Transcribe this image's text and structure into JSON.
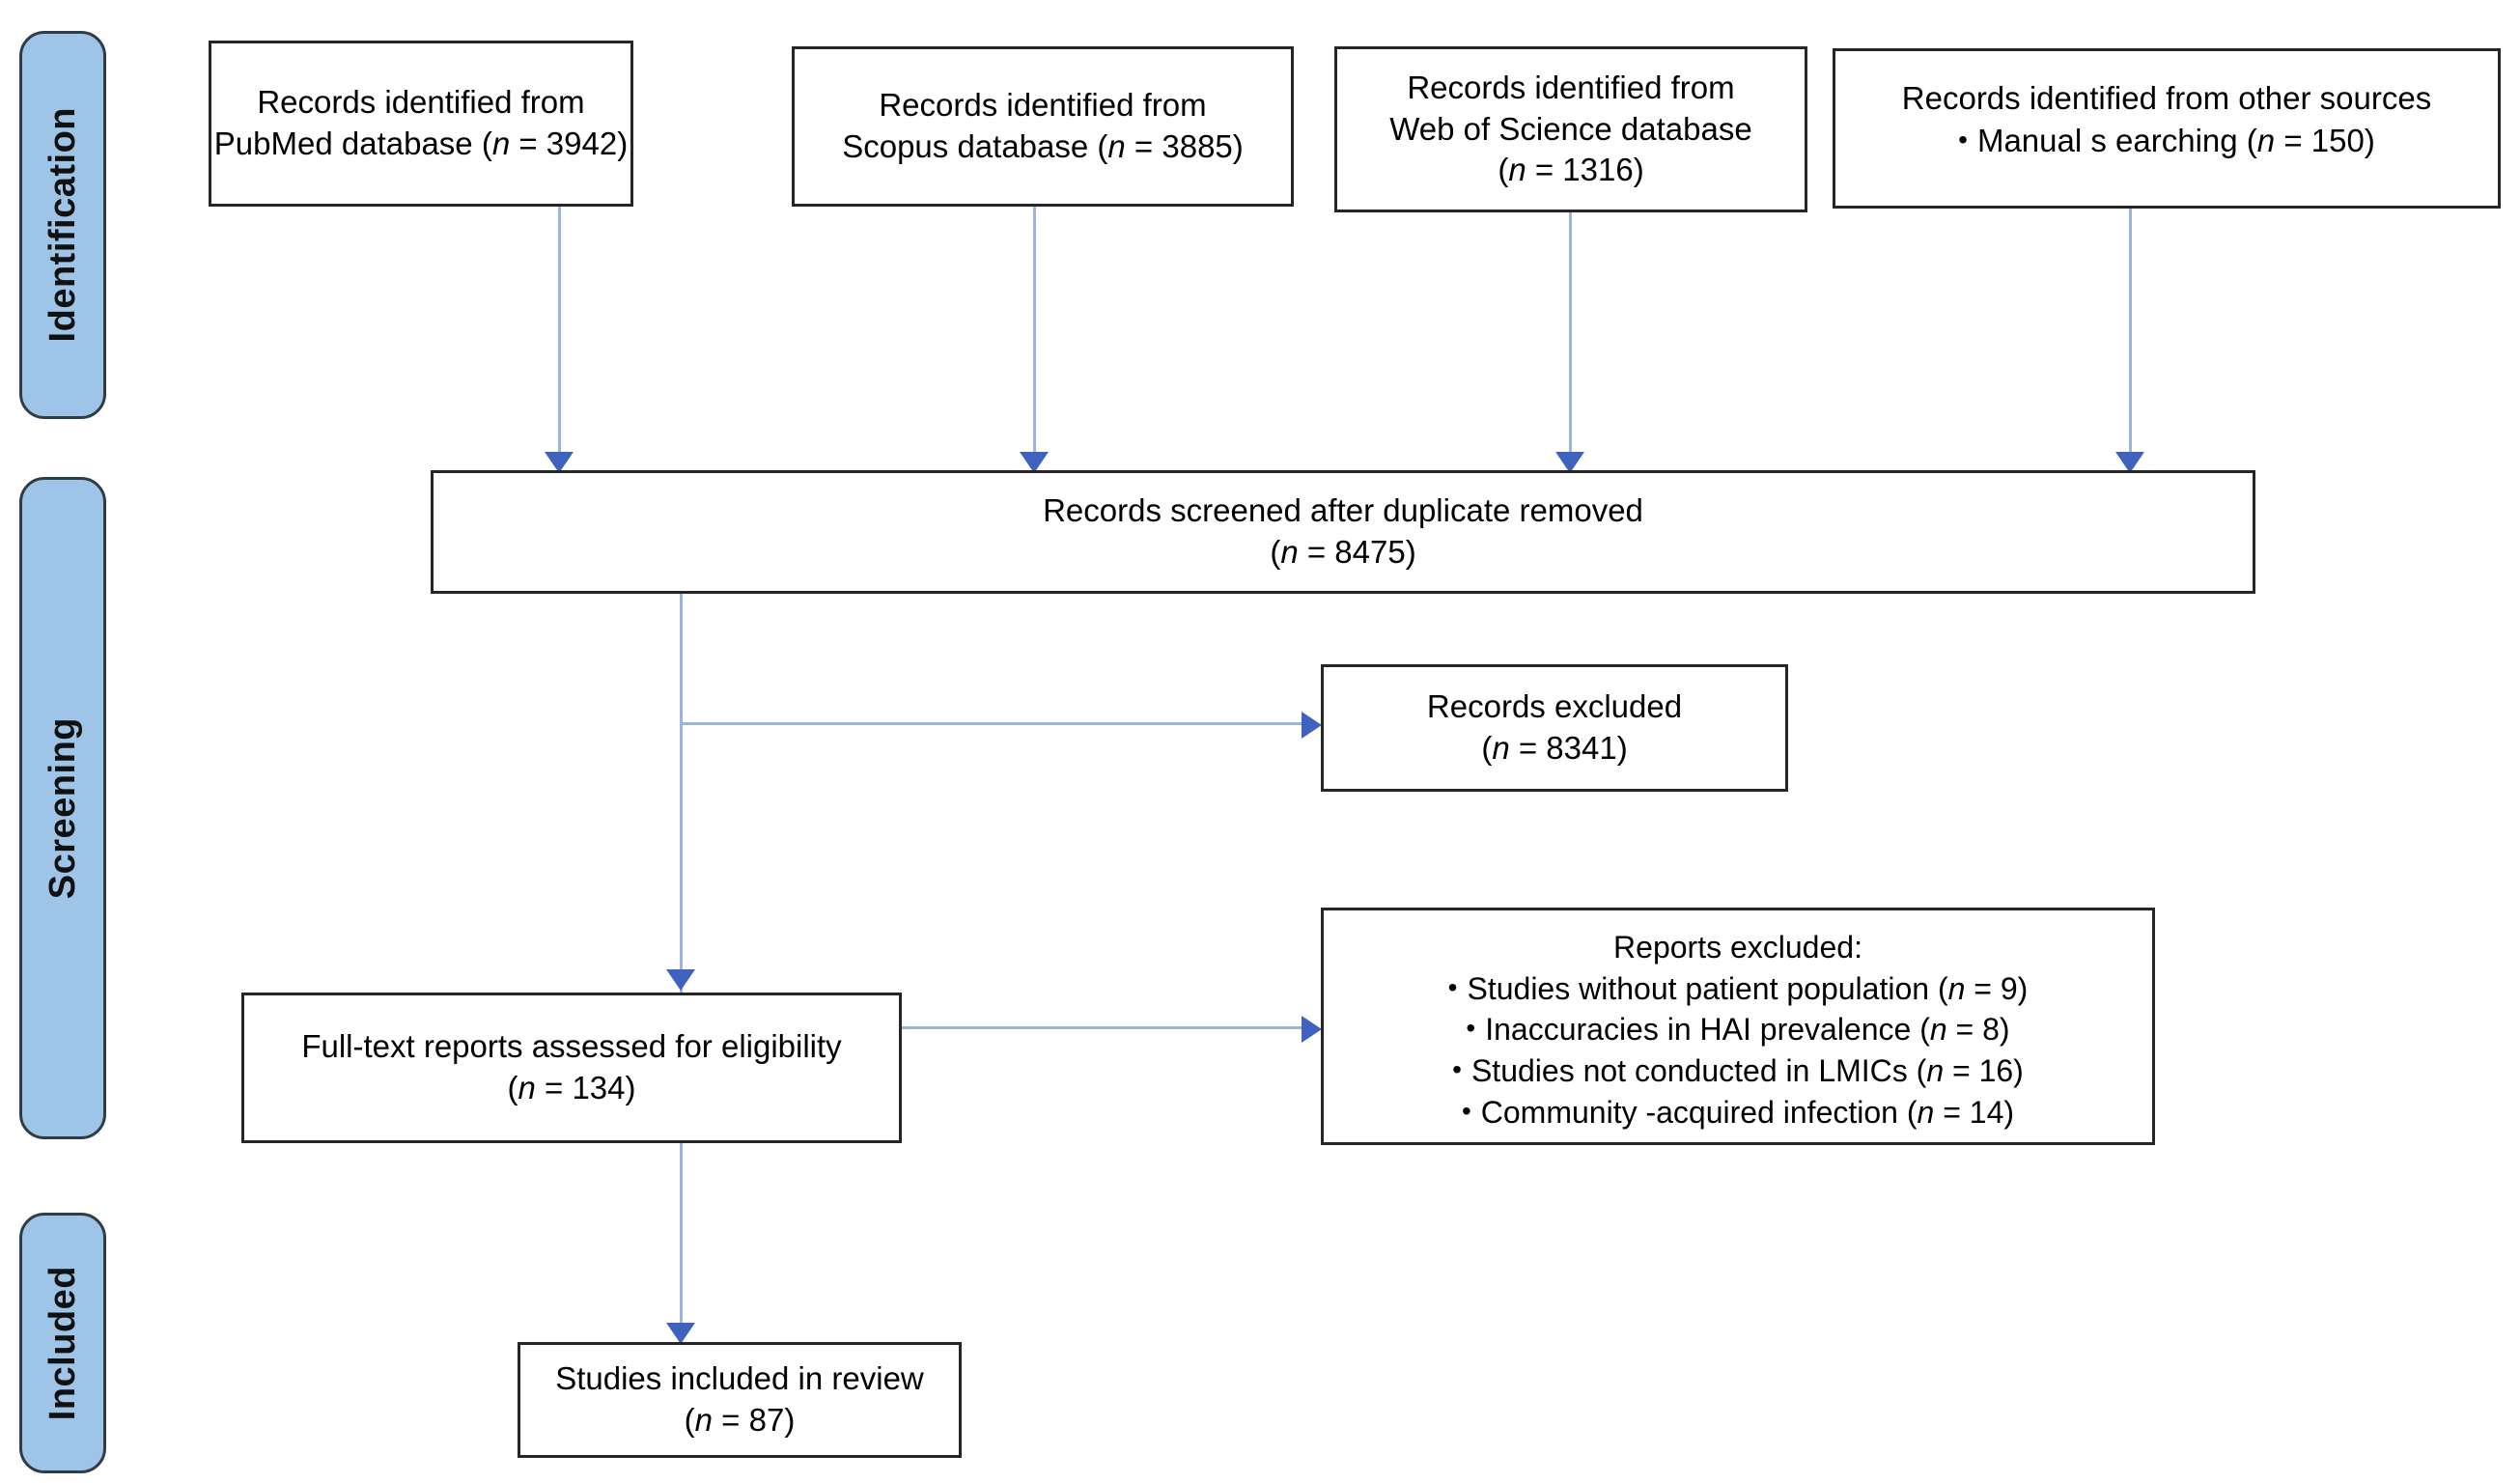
{
  "diagram": {
    "type": "prisma-flow-diagram",
    "stages": [
      {
        "id": "identification",
        "label": "Identification"
      },
      {
        "id": "screening",
        "label": "Screening"
      },
      {
        "id": "included",
        "label": "Included"
      }
    ],
    "colors": {
      "stage_fill": "#9EC5E8",
      "stage_border": "#2F3E46",
      "node_border": "#262626",
      "node_fill": "#FFFFFF",
      "connector_line": "#9DB4DC",
      "arrow_head": "#3F62BF"
    },
    "nodes": {
      "pubmed": {
        "line1": "Records identified from",
        "line2_prefix": "PubMed database (",
        "line2_italic": "n",
        "line2_suffix": " = 3942)"
      },
      "scopus": {
        "line1": "Records identified from",
        "line2_prefix": "Scopus database (",
        "line2_italic": "n",
        "line2_suffix": " = 3885)"
      },
      "wos": {
        "line1": "Records identified from",
        "line2": "Web of Science database",
        "line3_prefix": "(",
        "line3_italic": "n",
        "line3_suffix": " = 1316)"
      },
      "other_sources": {
        "line1": "Records identified from other sources",
        "bullet1_prefix": "Manual s earching (",
        "bullet1_italic": "n",
        "bullet1_suffix": " = 150)"
      },
      "screened": {
        "line1": "Records screened after duplicate removed",
        "line2_prefix": "(",
        "line2_italic": "n",
        "line2_suffix": " = 8475)"
      },
      "records_excluded": {
        "line1": "Records excluded",
        "line2_prefix": "(",
        "line2_italic": "n",
        "line2_suffix": " = 8341)"
      },
      "fulltext": {
        "line1": "Full-text reports assessed for eligibility",
        "line2_prefix": "(",
        "line2_italic": "n",
        "line2_suffix": " = 134)"
      },
      "reports_excluded": {
        "title": "Reports excluded:",
        "bullets": [
          {
            "prefix": "Studies without patient population  (",
            "italic": "n",
            "suffix": " = 9)"
          },
          {
            "prefix": "Inaccuracies in HAI prevalence  (",
            "italic": "n",
            "suffix": " = 8)"
          },
          {
            "prefix": "Studies not conducted in LMICs (",
            "italic": "n",
            "suffix": " = 16)"
          },
          {
            "prefix": "Community -acquired infection (",
            "italic": "n",
            "suffix": " = 14)"
          }
        ]
      },
      "included_studies": {
        "line1": "Studies included in review",
        "line2_prefix": "(",
        "line2_italic": "n",
        "line2_suffix": " = 87)"
      }
    }
  }
}
